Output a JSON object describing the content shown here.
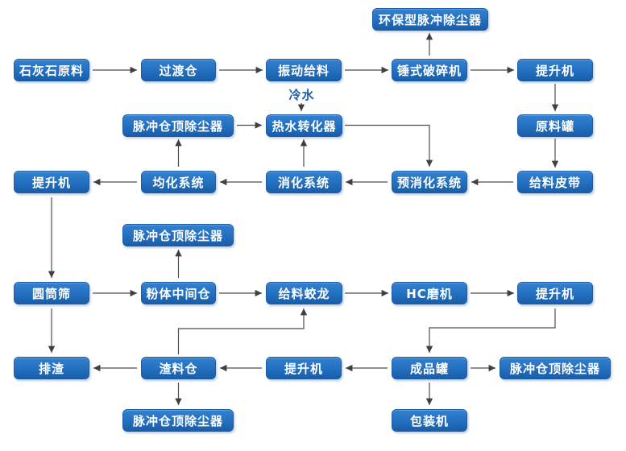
{
  "colors": {
    "node_fill_top": "#3381cf",
    "node_fill_bottom": "#195da8",
    "node_border": "#1b5da5",
    "node_text": "#ffffff",
    "arrow": "#4d4d4d",
    "annotation_text": "#1d5fa8",
    "background": "#ffffff"
  },
  "labels": {
    "cold_water": "冷水"
  },
  "nodes": [
    {
      "id": "eco-pulse-dust-collector",
      "label": "环保型脉冲除尘器"
    },
    {
      "id": "limestone-raw",
      "label": "石灰石原料"
    },
    {
      "id": "transition-bin",
      "label": "过渡仓"
    },
    {
      "id": "vibration-feeder",
      "label": "振动给料"
    },
    {
      "id": "hammer-crusher",
      "label": "锤式破碎机"
    },
    {
      "id": "elevator-1",
      "label": "提升机"
    },
    {
      "id": "pulse-top-dust-collector-1",
      "label": "脉冲仓顶除尘器"
    },
    {
      "id": "hot-water-converter",
      "label": "热水转化器"
    },
    {
      "id": "raw-material-tank",
      "label": "原料罐"
    },
    {
      "id": "elevator-2",
      "label": "提升机"
    },
    {
      "id": "homogenization-system",
      "label": "均化系统"
    },
    {
      "id": "digestion-system",
      "label": "消化系统"
    },
    {
      "id": "pre-digestion-system",
      "label": "预消化系统"
    },
    {
      "id": "feeding-belt",
      "label": "给料皮带"
    },
    {
      "id": "pulse-top-dust-collector-2",
      "label": "脉冲仓顶除尘器"
    },
    {
      "id": "drum-screen",
      "label": "圆筒筛"
    },
    {
      "id": "powder-intermediate-bin",
      "label": "粉体中间仓"
    },
    {
      "id": "feeding-screw",
      "label": "给料蛟龙"
    },
    {
      "id": "hc-mill",
      "label": "HC磨机"
    },
    {
      "id": "elevator-3",
      "label": "提升机"
    },
    {
      "id": "slag-discharge",
      "label": "排渣"
    },
    {
      "id": "slag-bin",
      "label": "渣料仓"
    },
    {
      "id": "elevator-4",
      "label": "提升机"
    },
    {
      "id": "finished-product-tank",
      "label": "成品罐"
    },
    {
      "id": "pulse-top-dust-collector-3",
      "label": "脉冲仓顶除尘器"
    },
    {
      "id": "pulse-top-dust-collector-4",
      "label": "脉冲仓顶除尘器"
    },
    {
      "id": "packing-machine",
      "label": "包装机"
    }
  ],
  "edges": [
    {
      "from": "limestone-raw",
      "to": "transition-bin"
    },
    {
      "from": "transition-bin",
      "to": "vibration-feeder"
    },
    {
      "from": "vibration-feeder",
      "to": "hammer-crusher"
    },
    {
      "from": "hammer-crusher",
      "to": "eco-pulse-dust-collector"
    },
    {
      "from": "hammer-crusher",
      "to": "elevator-1"
    },
    {
      "from": "elevator-1",
      "to": "raw-material-tank"
    },
    {
      "from": "raw-material-tank",
      "to": "feeding-belt"
    },
    {
      "from": "feeding-belt",
      "to": "pre-digestion-system"
    },
    {
      "from": "pre-digestion-system",
      "to": "digestion-system"
    },
    {
      "from": "digestion-system",
      "to": "homogenization-system"
    },
    {
      "from": "homogenization-system",
      "to": "elevator-2"
    },
    {
      "from": "homogenization-system",
      "to": "pulse-top-dust-collector-1"
    },
    {
      "from": "pulse-top-dust-collector-1",
      "to": "hot-water-converter"
    },
    {
      "from": "cold-water",
      "to": "hot-water-converter"
    },
    {
      "from": "digestion-system",
      "to": "hot-water-converter"
    },
    {
      "from": "hot-water-converter",
      "to": "pre-digestion-system"
    },
    {
      "from": "elevator-2",
      "to": "drum-screen"
    },
    {
      "from": "drum-screen",
      "to": "powder-intermediate-bin"
    },
    {
      "from": "powder-intermediate-bin",
      "to": "pulse-top-dust-collector-2"
    },
    {
      "from": "powder-intermediate-bin",
      "to": "feeding-screw"
    },
    {
      "from": "slag-bin",
      "to": "feeding-screw"
    },
    {
      "from": "feeding-screw",
      "to": "hc-mill"
    },
    {
      "from": "hc-mill",
      "to": "elevator-3"
    },
    {
      "from": "elevator-3",
      "to": "finished-product-tank"
    },
    {
      "from": "drum-screen",
      "to": "slag-discharge"
    },
    {
      "from": "slag-bin",
      "to": "slag-discharge"
    },
    {
      "from": "elevator-4",
      "to": "slag-bin"
    },
    {
      "from": "finished-product-tank",
      "to": "elevator-4"
    },
    {
      "from": "finished-product-tank",
      "to": "pulse-top-dust-collector-3"
    },
    {
      "from": "slag-bin",
      "to": "pulse-top-dust-collector-4"
    },
    {
      "from": "finished-product-tank",
      "to": "packing-machine"
    }
  ]
}
